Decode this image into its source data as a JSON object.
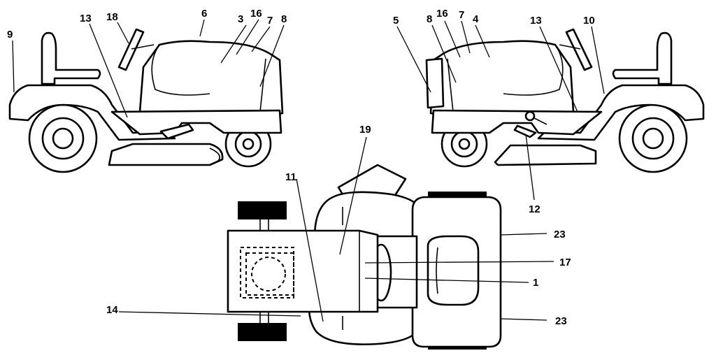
{
  "figure": {
    "colors": {
      "ink": "#000000",
      "paper": "#ffffff"
    },
    "views": [
      "left-side-view",
      "right-side-view",
      "top-view"
    ],
    "callouts": {
      "left_view": [
        "9",
        "13",
        "18",
        "6",
        "3",
        "16",
        "7",
        "8"
      ],
      "right_view": [
        "5",
        "8",
        "16",
        "7",
        "4",
        "13",
        "10",
        "12"
      ],
      "top_view": [
        "19",
        "11",
        "14",
        "23",
        "17",
        "1",
        "23"
      ]
    }
  }
}
